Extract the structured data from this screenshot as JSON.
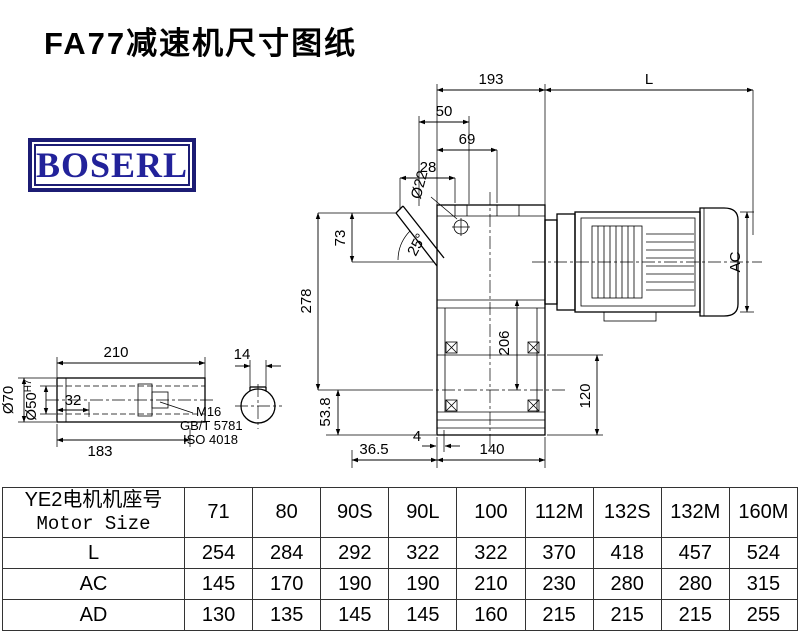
{
  "page": {
    "title": "FA77减速机尺寸图纸",
    "logo_text": "BOSERL"
  },
  "colors": {
    "logo_text": "#22229a",
    "logo_border": "#1c1c74",
    "drawing_line": "#000000"
  },
  "drawing": {
    "dims": {
      "w193": "193",
      "L": "L",
      "d50": "50",
      "d69": "69",
      "d28": "28",
      "dia22": "Ø22",
      "d73": "73",
      "a25": "25°",
      "d278": "278",
      "d206": "206",
      "ac": "AC",
      "d120": "120",
      "d4": "4",
      "d36_5": "36.5",
      "d140": "140",
      "d210": "210",
      "d14": "14",
      "dia70": "Ø70",
      "dia50": "Ø50",
      "dia50_tol": "H7",
      "d32": "32",
      "d183": "183",
      "d53_8": "53.8"
    },
    "notes": {
      "m16": "M16",
      "gbt": "GB/T 5781",
      "iso": "ISO 4018"
    }
  },
  "table": {
    "header_cn": "YE2电机机座号",
    "header_en": "Motor Size",
    "columns": [
      "71",
      "80",
      "90S",
      "90L",
      "100",
      "112M",
      "132S",
      "132M",
      "160M"
    ],
    "rows": [
      {
        "label": "L",
        "values": [
          "254",
          "284",
          "292",
          "322",
          "322",
          "370",
          "418",
          "457",
          "524"
        ]
      },
      {
        "label": "AC",
        "values": [
          "145",
          "170",
          "190",
          "190",
          "210",
          "230",
          "280",
          "280",
          "315"
        ]
      },
      {
        "label": "AD",
        "values": [
          "130",
          "135",
          "145",
          "145",
          "160",
          "215",
          "215",
          "215",
          "255"
        ]
      }
    ]
  }
}
